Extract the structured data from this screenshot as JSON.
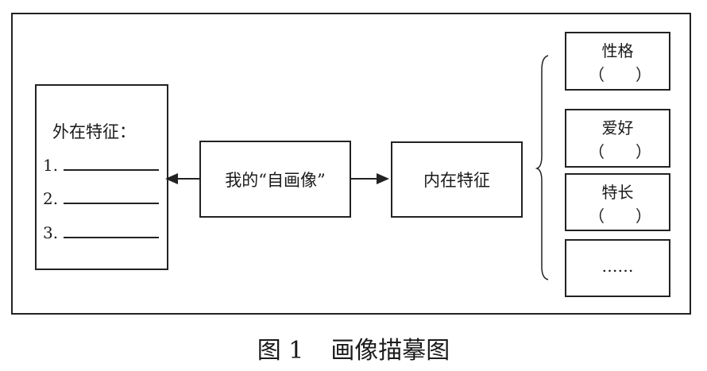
{
  "diagram": {
    "outer": {
      "title": "外在特征：",
      "items": [
        "1.",
        "2.",
        "3."
      ]
    },
    "self": {
      "label": "我的“自画像”"
    },
    "inner": {
      "label": "内在特征"
    },
    "traits": [
      {
        "label": "性格",
        "paren_open": "（",
        "paren_close": "）"
      },
      {
        "label": "爱好",
        "paren_open": "（",
        "paren_close": "）"
      },
      {
        "label": "特长",
        "paren_open": "（",
        "paren_close": "）"
      },
      {
        "label": "……"
      }
    ]
  },
  "caption": {
    "number": "图 1",
    "title": "画像描摹图"
  }
}
